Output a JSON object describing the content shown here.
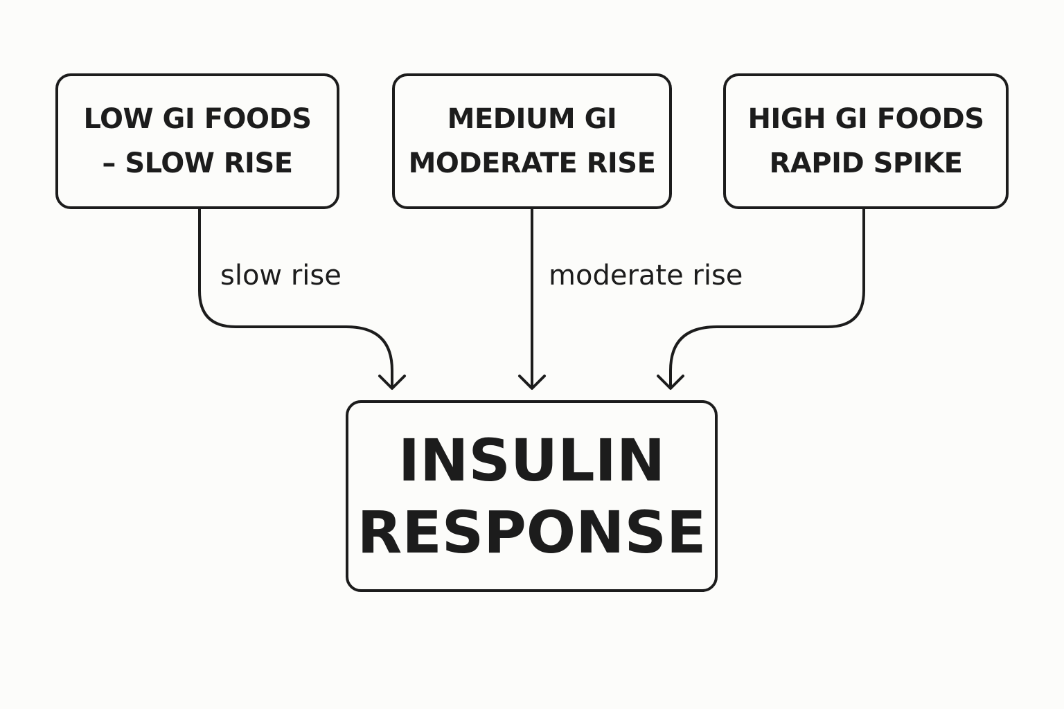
{
  "nodes": {
    "low": {
      "lines": [
        "LOW GI FOODS",
        "– SLOW RISE"
      ]
    },
    "medium": {
      "lines": [
        "MEDIUM GI",
        "MODERATE RISE"
      ]
    },
    "high": {
      "lines": [
        "HIGH GI FOODS",
        "RAPID SPIKE"
      ]
    },
    "insulin": {
      "lines": [
        "INSULIN",
        "RESPONSE"
      ]
    }
  },
  "edges": {
    "low_to_insulin": {
      "label": "slow rise"
    },
    "medium_to_insulin": {
      "label": "moderate rise"
    },
    "high_to_insulin": {
      "label": ""
    }
  },
  "colors": {
    "stroke": "#1c1c1c",
    "background": "#fcfcfa"
  }
}
